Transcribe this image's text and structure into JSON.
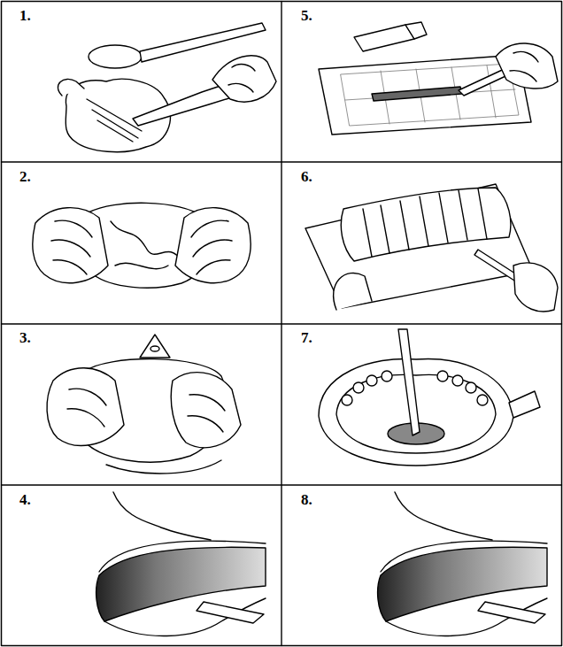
{
  "diagram": {
    "labels": [
      "1.",
      "5.",
      "2.",
      "6.",
      "3.",
      "7.",
      "4.",
      "8."
    ]
  }
}
